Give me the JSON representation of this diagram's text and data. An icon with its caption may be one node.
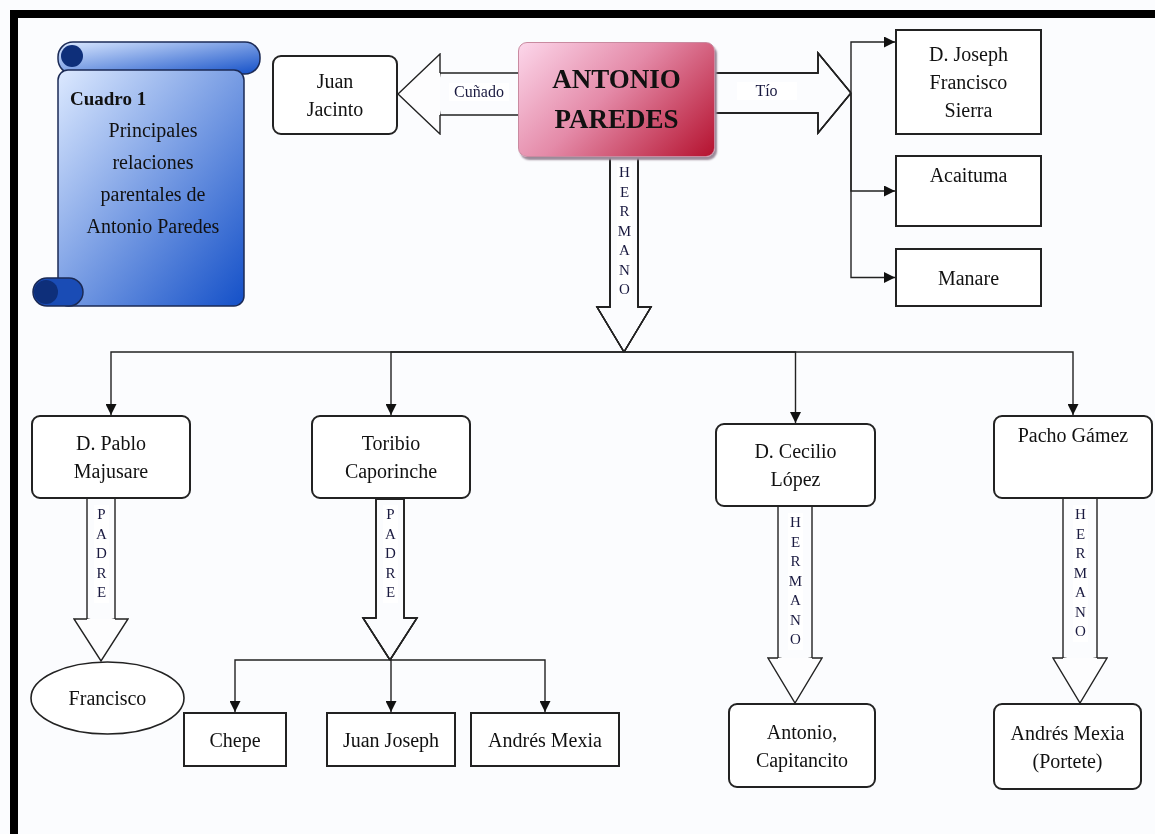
{
  "diagram": {
    "nodes": [
      {
        "text": [
          "Cuadro 1",
          "Principales relaciones parentales de Antonio Paredes"
        ]
      },
      {
        "text": [
          "ANTONIO PAREDES"
        ]
      },
      {
        "text": [
          "Juan Jacinto"
        ]
      },
      {
        "text": [
          "D. Joseph Francisco Sierra"
        ]
      },
      {
        "text": [
          "Acaituma"
        ]
      },
      {
        "text": [
          "Manare"
        ]
      },
      {
        "text": [
          "D. Pablo Majusare"
        ]
      },
      {
        "text": [
          "Toribio Caporinche"
        ]
      },
      {
        "text": [
          "D. Cecilio López"
        ]
      },
      {
        "text": [
          "Pacho Gámez"
        ]
      },
      {
        "text": [
          "Francisco"
        ]
      },
      {
        "text": [
          "Chepe"
        ]
      },
      {
        "text": [
          "Juan Joseph"
        ]
      },
      {
        "text": [
          "Andrés Mexia"
        ]
      },
      {
        "text": [
          "Antonio, Capitancito"
        ]
      },
      {
        "text": [
          "Andrés Mexia (Portete)"
        ]
      }
    ],
    "edges": [
      {
        "from": 1,
        "to": 2,
        "arrow": "to",
        "label": "Cuñado"
      },
      {
        "from": 1,
        "to": 3,
        "arrow": "to",
        "label": "Tío"
      },
      {
        "from": 1,
        "to": 4,
        "arrow": "to"
      },
      {
        "from": 1,
        "to": 5,
        "arrow": "to"
      },
      {
        "from": 1,
        "to": 6,
        "arrow": "to",
        "label": "HERMANO"
      },
      {
        "from": 1,
        "to": 7,
        "arrow": "to"
      },
      {
        "from": 1,
        "to": 8,
        "arrow": "to"
      },
      {
        "from": 1,
        "to": 9,
        "arrow": "to"
      },
      {
        "from": 6,
        "to": 10,
        "arrow": "to",
        "label": "PADRE"
      },
      {
        "from": 7,
        "to": 11,
        "arrow": "to",
        "label": "PADRE"
      },
      {
        "from": 7,
        "to": 12,
        "arrow": "to"
      },
      {
        "from": 7,
        "to": 13,
        "arrow": "to"
      },
      {
        "from": 8,
        "to": 14,
        "arrow": "to",
        "label": "HERMANO"
      },
      {
        "from": 9,
        "to": 15,
        "arrow": "to",
        "label": "HERMANO"
      }
    ]
  }
}
